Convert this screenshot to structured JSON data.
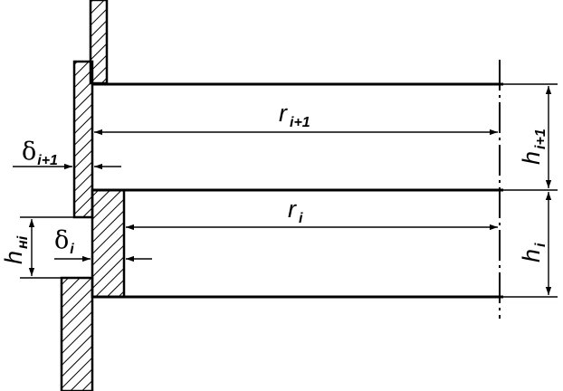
{
  "labels": {
    "r_i1": {
      "base": "r",
      "sub": "i+1"
    },
    "r_i": {
      "base": "r",
      "sub": "i"
    },
    "h_i1": {
      "base": "h",
      "sub": "i+1"
    },
    "h_i": {
      "base": "h",
      "sub": "i"
    },
    "d_i1": {
      "base": "δ",
      "sub": "i+1"
    },
    "d_i": {
      "base": "δ",
      "sub": "i"
    },
    "h_hi": {
      "base": "h",
      "sub": "нi"
    }
  }
}
